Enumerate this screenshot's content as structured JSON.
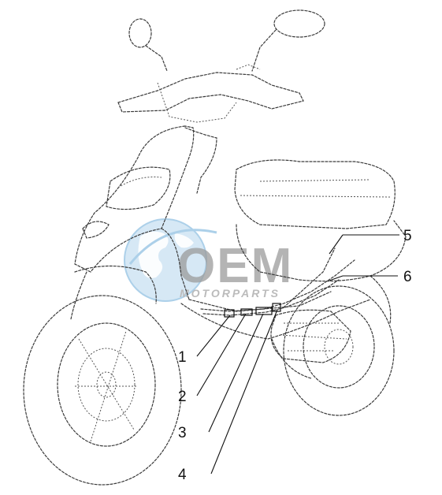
{
  "diagram": {
    "callouts": [
      {
        "id": "1",
        "label": "1"
      },
      {
        "id": "2",
        "label": "2"
      },
      {
        "id": "3",
        "label": "3"
      },
      {
        "id": "4",
        "label": "4"
      },
      {
        "id": "5",
        "label": "5"
      },
      {
        "id": "6",
        "label": "6"
      }
    ]
  },
  "watermark": {
    "brand": "OEM",
    "tagline": "MOTORPARTS",
    "colors": {
      "globe": "#9ec8e6",
      "brand": "#8a8a8a",
      "tagline": "#b0b0b0"
    }
  }
}
